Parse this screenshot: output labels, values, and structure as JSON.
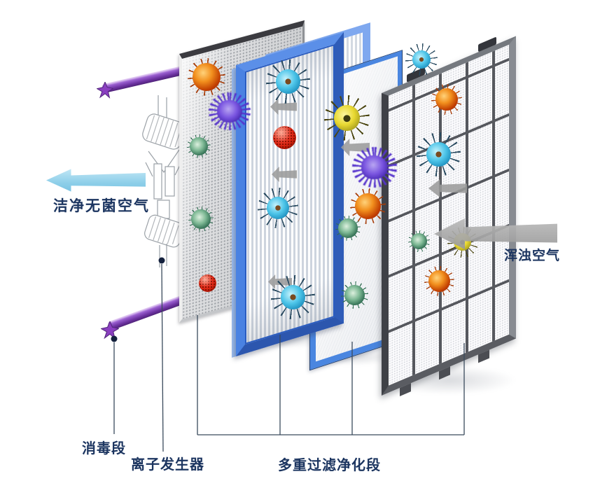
{
  "diagram": {
    "flow": {
      "clean_air_label": "洁净无菌空气",
      "turbid_air_label": "浑浊空气"
    },
    "sections": {
      "disinfection_label": "消毒段",
      "ion_generator_label": "离子发生器",
      "filtration_label": "多重过滤净化段"
    },
    "components": [
      "uv-lamp-tube-top",
      "uv-lamp-tube-bottom",
      "ion-generator-device",
      "mesh-filter-panel",
      "hepa-filter-panel",
      "fine-filter-panel",
      "grid-prefilter-panel"
    ],
    "icons": [
      "clean-air-arrow-icon",
      "turbid-air-arrow-icon",
      "small-flow-arrow-icon",
      "virus-orange-icon",
      "virus-cyan-icon",
      "virus-teal-icon",
      "virus-yellow-icon",
      "virus-red-sphere-icon",
      "virus-purple-fuzzy-icon",
      "uv-tube-star-cap-icon"
    ],
    "colors": {
      "label_text": "#1c3560",
      "clean_arrow_blue": "#8ecfe9",
      "turbid_arrow_gray": "#9b9b9b",
      "hepa_frame_blue": "#4a86e0",
      "prefilter_frame_gray": "#4b4d53",
      "uv_tube_purple": "#7b3fb0",
      "background": "#ffffff"
    }
  }
}
